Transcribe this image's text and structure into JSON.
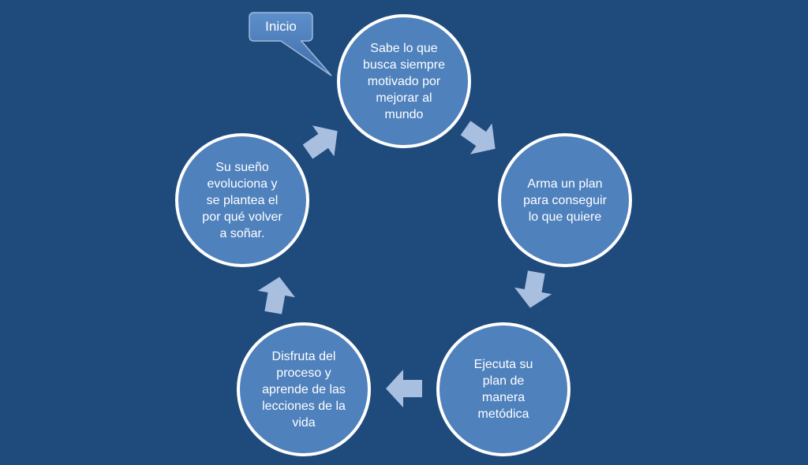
{
  "diagram": {
    "callout": {
      "label": "Inicio"
    },
    "nodes": [
      {
        "id": "top",
        "label": "Sabe lo que\nbusca siempre\nmotivado por\nmejorar al\nmundo"
      },
      {
        "id": "right",
        "label": "Arma un plan\npara conseguir\nlo que quiere"
      },
      {
        "id": "bottom-right",
        "label": "Ejecuta su\nplan de\nmanera\nmetódica"
      },
      {
        "id": "bottom-left",
        "label": "Disfruta del\nproceso y\naprende de las\nlecciones de la\nvida"
      },
      {
        "id": "left",
        "label": "Su sueño\nevoluciona  y\nse plantea el\npor qué volver\na soñar."
      }
    ],
    "colors": {
      "background": "#1f4a7c",
      "circle_fill": "#4f81bd",
      "circle_stroke": "#ffffff",
      "arrow_fill": "#a8bfe0",
      "callout_fill": "#4f81bd"
    }
  }
}
